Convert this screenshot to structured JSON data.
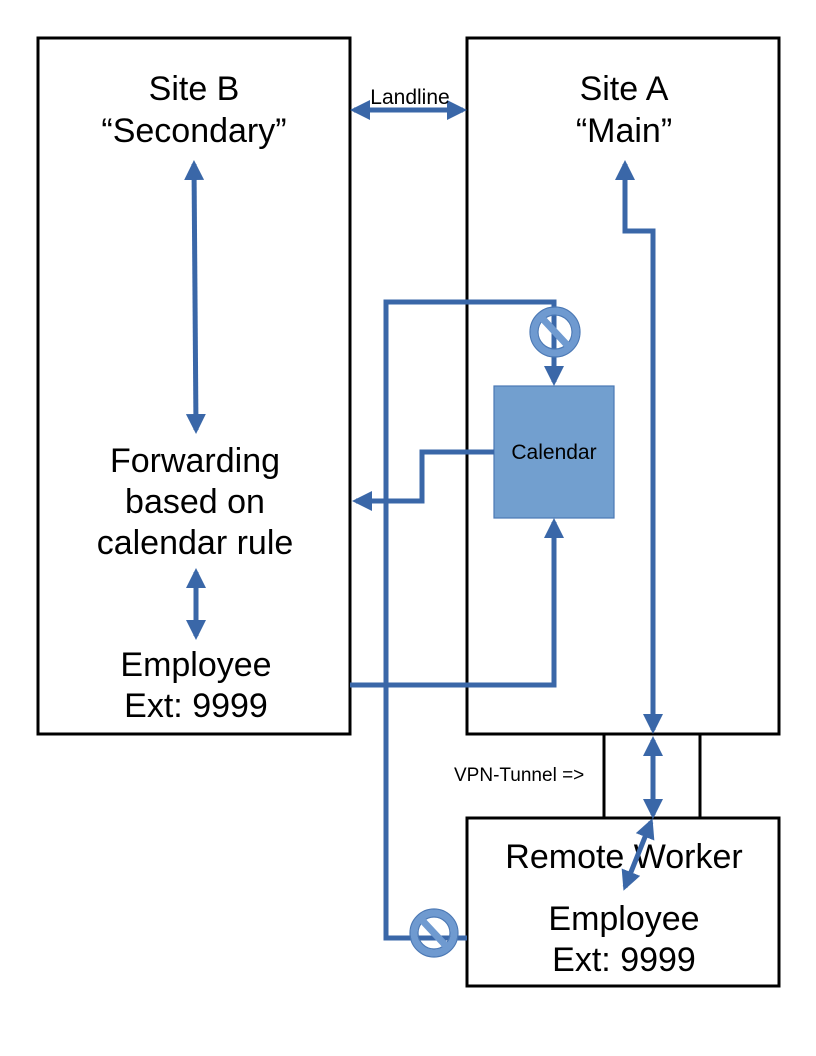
{
  "diagram": {
    "colors": {
      "flow": "#3a67a8",
      "calendar_fill": "#729fcf",
      "calendar_stroke": "#4a78b5",
      "no_entry": "#6f9ad0",
      "box_stroke": "#000000"
    },
    "site_b": {
      "title": "Site B",
      "subtitle": "“Secondary”",
      "forwarding_lines": [
        "Forwarding",
        "based on",
        "calendar rule"
      ],
      "employee": "Employee",
      "extension": "Ext: 9999"
    },
    "site_a": {
      "title": "Site A",
      "subtitle": "“Main”"
    },
    "calendar": {
      "label": "Calendar"
    },
    "landline": {
      "label": "Landline"
    },
    "vpn": {
      "label": "VPN-Tunnel =>"
    },
    "remote_worker": {
      "title": "Remote Worker",
      "employee": "Employee",
      "extension": "Ext: 9999"
    },
    "blocked_markers": [
      "no-entry-calendar-input",
      "no-entry-remote-output"
    ]
  }
}
